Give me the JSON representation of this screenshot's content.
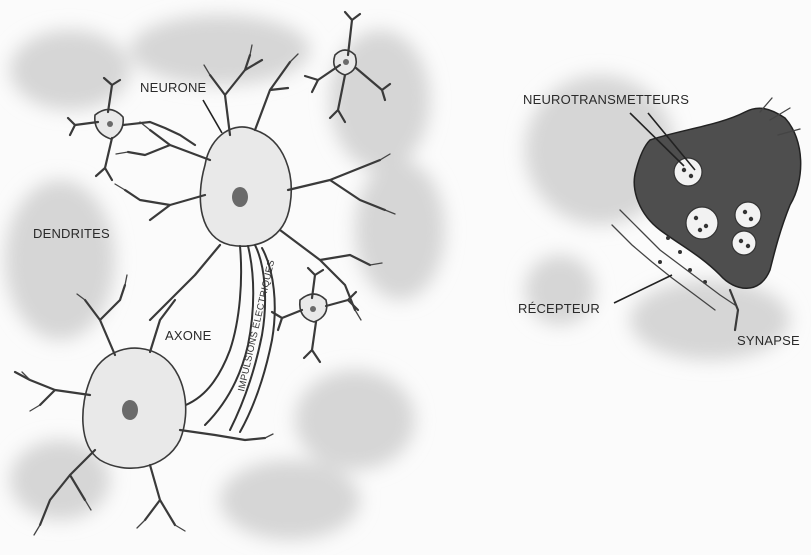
{
  "labels": {
    "neurone": "NEURONE",
    "dendrites": "DENDRITES",
    "axone": "AXONE",
    "impulsions": "IMPULSIONS ÉLECTRIQUES",
    "neurotransmetteurs": "NEUROTRANSMETTEURS",
    "recepteur": "RÉCEPTEUR",
    "synapse": "SYNAPSE"
  },
  "colors": {
    "background_blob": "#d6d6d6",
    "cell_body": "#e9e9e9",
    "ink": "#3a3a3a",
    "terminal": "#4e4e4e"
  }
}
